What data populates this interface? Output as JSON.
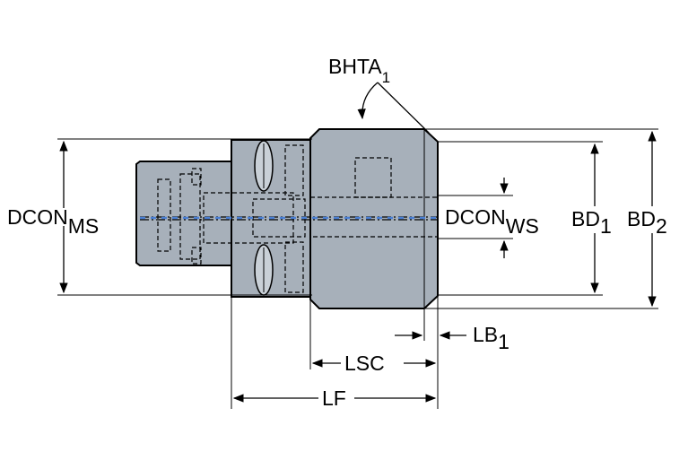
{
  "labels": {
    "bhta": "BHTA",
    "bhta_sub": "1",
    "dcon_ms": "DCON",
    "dcon_ms_sub": "MS",
    "dcon_ws": "DCON",
    "dcon_ws_sub": "WS",
    "bd1": "BD",
    "bd1_sub": "1",
    "bd2": "BD",
    "bd2_sub": "2",
    "lb1": "LB",
    "lb1_sub": "1",
    "lsc": "LSC",
    "lf": "LF"
  },
  "colors": {
    "body": "#a7b0ba",
    "coolant_channel": "#4a7fd4",
    "lines": "#000000"
  }
}
